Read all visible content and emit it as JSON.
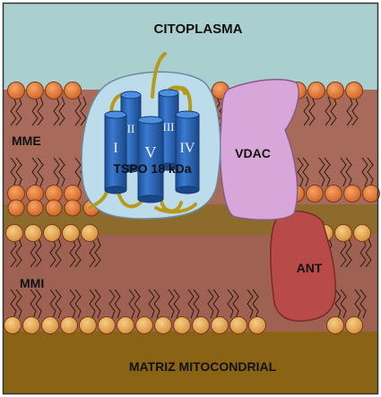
{
  "labels": {
    "cytoplasm": "CITOPLASMA",
    "outer_membrane": "MME",
    "inner_membrane": "MMI",
    "matrix": "MATRIZ MITOCONDRIAL",
    "tspo": "TSPO 18 kDa",
    "vdac": "VDAC",
    "ant": "ANT"
  },
  "helices": [
    "I",
    "II",
    "III",
    "IV",
    "V"
  ],
  "colors": {
    "cytoplasm": "#a9cfcf",
    "membrane_band": "#a86a5a",
    "intermembrane_space": "#9e6152",
    "matrix": "#8a6414",
    "lipid_head_outer": "#e07838",
    "lipid_head_inner": "#e8a650",
    "tspo_shell": "#bcdcec",
    "helix": "#2a62b0",
    "loop": "#b59a1c",
    "vdac": "#d8a6d8",
    "ant": "#b84a48"
  }
}
